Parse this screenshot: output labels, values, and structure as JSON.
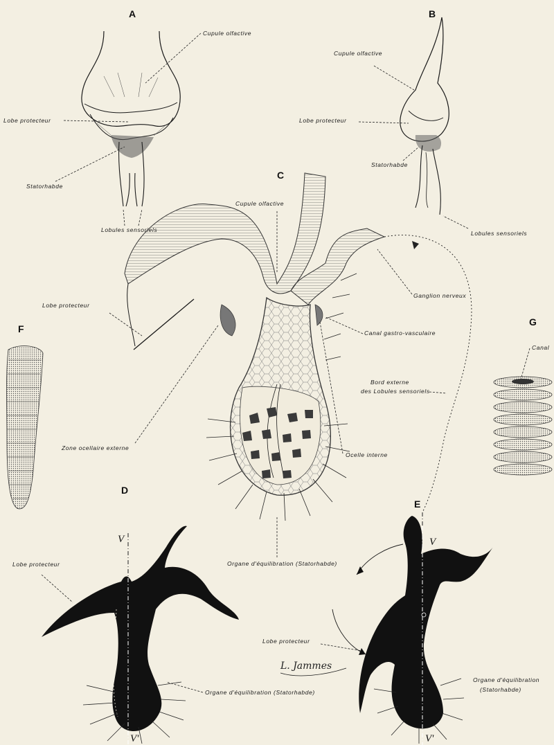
{
  "figure_letters": {
    "a": "A",
    "b": "B",
    "c": "C",
    "d": "D",
    "e": "E",
    "f": "F",
    "g": "G"
  },
  "labels": {
    "a_cupule": "Cupule olfactive",
    "a_lobe": "Lobe protecteur",
    "a_stator": "Statorhabde",
    "a_lobules": "Lobules sensoriels",
    "b_cupule": "Cupule olfactive",
    "b_lobe": "Lobe protecteur",
    "b_stator": "Statorhabde",
    "b_lobules": "Lobules sensoriels",
    "c_cupule": "Cupule olfactive",
    "c_ganglion": "Ganglion nerveux",
    "c_lobe": "Lobe protecteur",
    "c_canal": "Canal gastro-vasculaire",
    "c_bord_1": "Bord externe",
    "c_bord_2": "des Lobules sensoriels",
    "c_zone": "Zone ocellaire externe",
    "c_ocelle": "Ocelle interne",
    "c_organe": "Organe d'équilibration (Statorhabde)",
    "g_canal": "Canal",
    "d_lobe": "Lobe protecteur",
    "d_organe": "Organe d'équilibration (Statorhabde)",
    "e_lobe": "Lobe protecteur",
    "e_organe_1": "Organe d'équilibration",
    "e_organe_2": "(Statorhabde)"
  },
  "axis_marks": {
    "d_top": "V",
    "d_bottom": "V'",
    "e_top": "V",
    "e_bottom": "V'"
  },
  "signature": "L. Jammes"
}
